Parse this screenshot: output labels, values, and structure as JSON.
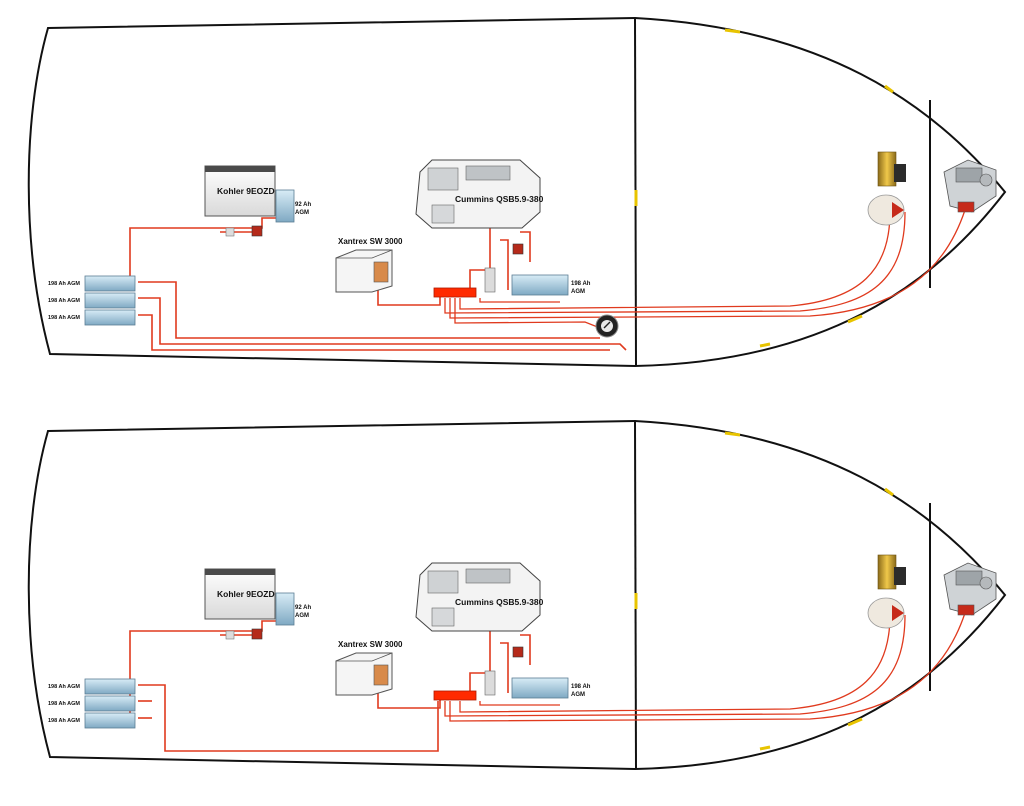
{
  "diagrams": [
    {
      "generator_label": "Kohler 9EOZD",
      "engine_label": "Cummins QSB5.9-380",
      "inverter_label": "Xantrex SW 3000",
      "small_battery_label_1": "92 Ah",
      "small_battery_label_2": "AGM",
      "start_battery_label_1": "198 Ah",
      "start_battery_label_2": "AGM",
      "house_bank": [
        "198 Ah AGM",
        "198 Ah AGM",
        "198 Ah AGM"
      ]
    },
    {
      "generator_label": "Kohler 9EOZD",
      "engine_label": "Cummins QSB5.9-380",
      "inverter_label": "Xantrex SW 3000",
      "small_battery_label_1": "92 Ah",
      "small_battery_label_2": "AGM",
      "start_battery_label_1": "198 Ah",
      "start_battery_label_2": "AGM",
      "house_bank": [
        "198 Ah AGM",
        "198 Ah AGM",
        "198 Ah AGM"
      ]
    }
  ],
  "colors": {
    "wire": "#e03a1e",
    "busbar": "#ff2a00",
    "battery": "#a9c9dc",
    "hull_line": "#111111",
    "hull_accent": "#e8c400"
  }
}
